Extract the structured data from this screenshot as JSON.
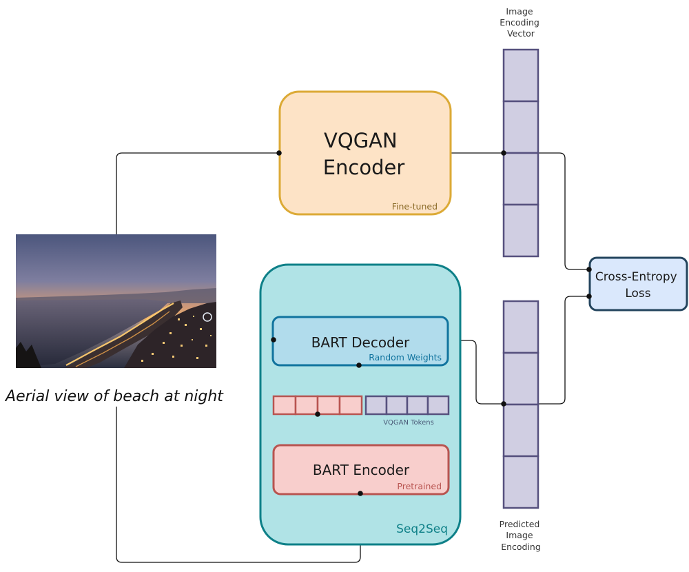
{
  "image_encoding_vector_label": [
    "Image",
    "Encoding",
    "Vector"
  ],
  "predicted_image_encoding_label": [
    "Predicted",
    "Image",
    "Encoding"
  ],
  "vqgan_encoder": {
    "title": [
      "VQGAN",
      "Encoder"
    ],
    "tag": "Fine-tuned"
  },
  "seq2seq": {
    "label": "Seq2Seq"
  },
  "bart_decoder": {
    "title": "BART Decoder",
    "tag": "Random Weights"
  },
  "bart_encoder": {
    "title": "BART Encoder",
    "tag": "Pretrained"
  },
  "vqgan_tokens_label": "VQGAN Tokens",
  "loss": {
    "title": [
      "Cross-Entropy",
      "Loss"
    ]
  },
  "caption": "Aerial view of beach at night",
  "colors": {
    "vqgan_fill": "#fde3c6",
    "vqgan_stroke": "#dcaa36",
    "seq_fill": "#b0e3e6",
    "seq_stroke": "#0e8088",
    "decoder_fill": "#b1dcec",
    "decoder_stroke": "#10739e",
    "encoder_fill": "#f8cecc",
    "encoder_stroke": "#b85450",
    "vector_fill": "#d0cee2",
    "vector_stroke": "#56517e",
    "loss_fill": "#dae8fc",
    "loss_stroke": "#23445d"
  }
}
